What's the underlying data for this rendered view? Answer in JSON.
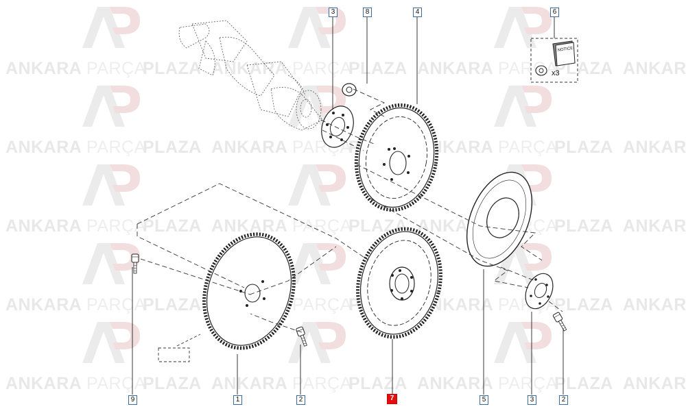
{
  "watermark": {
    "part_a": "ANKARA",
    "part_b": "PARÇA",
    "part_c": "PLAZA",
    "part_cut": "ANKAR"
  },
  "callouts": [
    {
      "label": "3",
      "selected": false
    },
    {
      "label": "8",
      "selected": false
    },
    {
      "label": "4",
      "selected": false
    },
    {
      "label": "6",
      "selected": false
    },
    {
      "label": "9",
      "selected": false
    },
    {
      "label": "1",
      "selected": false
    },
    {
      "label": "2",
      "selected": false
    },
    {
      "label": "7",
      "selected": true
    },
    {
      "label": "5",
      "selected": false
    },
    {
      "label": "3",
      "selected": false
    },
    {
      "label": "2",
      "selected": false
    }
  ],
  "kit": {
    "notice_label": "NOTICE",
    "quantity": "x3"
  },
  "colors": {
    "line": "#222222",
    "callout_border": "#3a6aa0",
    "selected_callout": "#e01010",
    "watermark": "#e8e8e8"
  }
}
